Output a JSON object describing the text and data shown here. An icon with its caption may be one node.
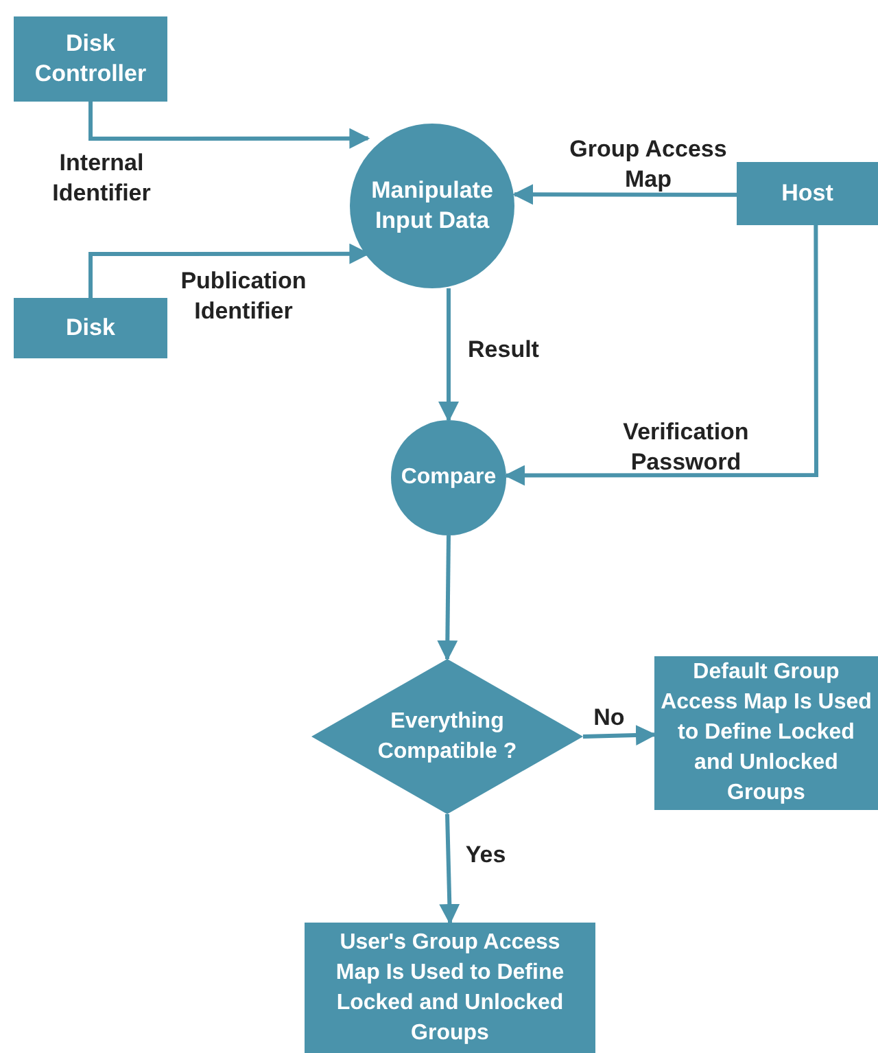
{
  "diagram": {
    "nodes": [
      {
        "text": [
          "Disk Controller"
        ]
      },
      {
        "text": [
          "Disk"
        ]
      },
      {
        "text": [
          "Manipulate Input Data"
        ]
      },
      {
        "text": [
          "Host"
        ]
      },
      {
        "text": [
          "Compare"
        ]
      },
      {
        "text": [
          "Everything Compatible ?"
        ]
      },
      {
        "text": [
          "Default Group Access Map Is Used to Define Locked and Unlocked Groups"
        ]
      },
      {
        "text": [
          "User's Group Access Map Is Used to Define Locked and Unlocked Groups"
        ]
      }
    ],
    "edges": [
      {
        "from": 0,
        "to": 2,
        "arrow": "to",
        "label": "Internal Identifier"
      },
      {
        "from": 1,
        "to": 2,
        "arrow": "to",
        "label": "Publication Identifier"
      },
      {
        "from": 3,
        "to": 2,
        "arrow": "to",
        "label": "Group Access Map"
      },
      {
        "from": 2,
        "to": 4,
        "arrow": "to",
        "label": "Result"
      },
      {
        "from": 3,
        "to": 4,
        "arrow": "to",
        "label": "Verification Password"
      },
      {
        "from": 4,
        "to": 5,
        "arrow": "to"
      },
      {
        "from": 5,
        "to": 6,
        "arrow": "to",
        "label": "No"
      },
      {
        "from": 5,
        "to": 7,
        "arrow": "to",
        "label": "Yes"
      }
    ]
  }
}
